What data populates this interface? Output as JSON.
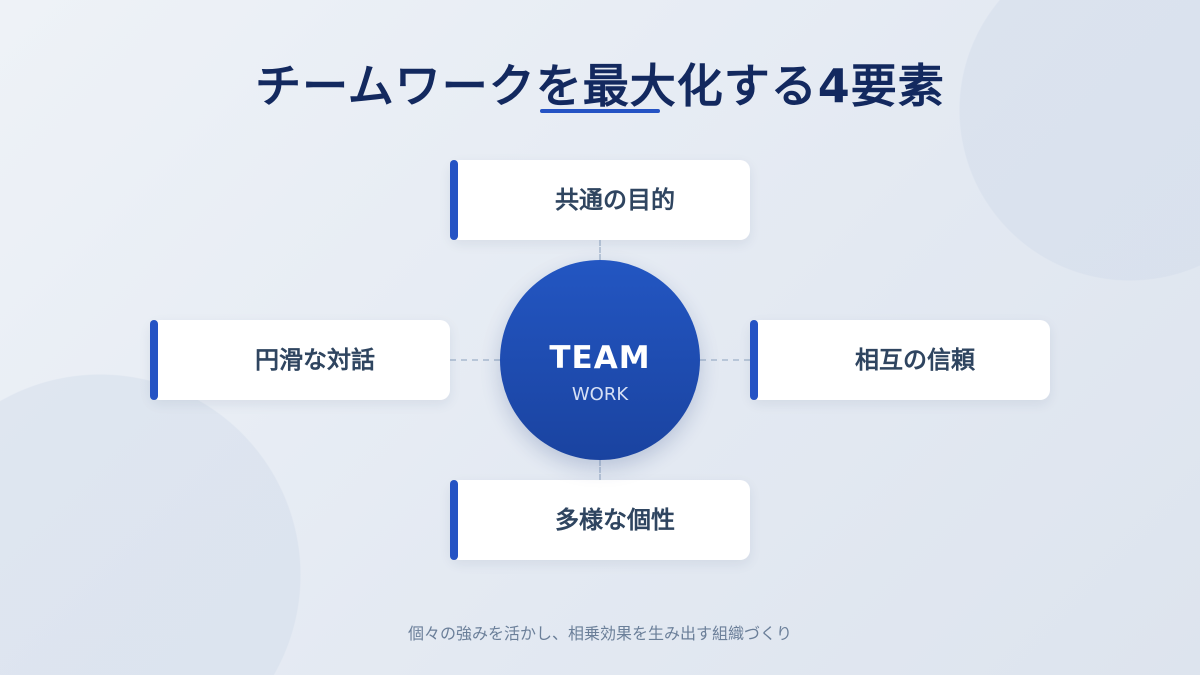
{
  "title": "チームワークを最大化する4要素",
  "hub": {
    "main": "TEAM",
    "sub": "WORK"
  },
  "elements": {
    "top": "共通の目的",
    "left": "円滑な対話",
    "right": "相互の信頼",
    "bottom": "多様な個性"
  },
  "footer": "個々の強みを活かし、相乗効果を生み出す組織づくり",
  "colors": {
    "accent": "#2553c4",
    "title": "#13295f",
    "text": "#2f4560"
  }
}
